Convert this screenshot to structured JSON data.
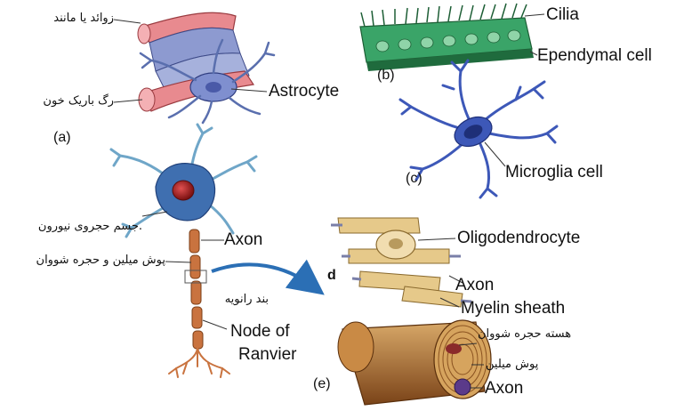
{
  "panels": {
    "a": {
      "tag": "(a)",
      "processes_label": "زوائد یا مانند",
      "capillary_label": "رگ باریک خون",
      "astrocyte_label": "Astrocyte"
    },
    "b": {
      "tag": "(b)",
      "cilia_label": "Cilia",
      "ependymal_label": "Ependymal cell"
    },
    "c": {
      "tag": "(c)",
      "microglia_label": "Microglia cell"
    },
    "neuron": {
      "cell_body_label": ".جسم حجروی نیورون",
      "axon_label": "Axon",
      "myelin_schwann_label": "پوش میلین و حجره شووان",
      "ranvier_fa_label": "بند رانویه",
      "ranvier_en_line1": "Node of",
      "ranvier_en_line2": "Ranvier"
    },
    "d": {
      "tag": "d",
      "oligodendrocyte_label": "Oligodendrocyte",
      "axon_label": "Axon",
      "myelin_label": "Myelin sheath"
    },
    "e": {
      "tag": "(e)",
      "schwann_nucleus_label": "هسته حجره شووان",
      "myelin_fa_label": "پوش میلین",
      "axon_label": "Axon"
    }
  },
  "colors": {
    "astrocyte_blue": "#5a6fae",
    "capillary_red": "#e88a8f",
    "ependymal_green": "#2f8f57",
    "microglia_blue": "#3d58b8",
    "neuron_orange": "#c9733f",
    "oligo_tan": "#e6c98a",
    "schwann_brown": "#a8662a",
    "arrow_blue": "#2b6fb5"
  }
}
